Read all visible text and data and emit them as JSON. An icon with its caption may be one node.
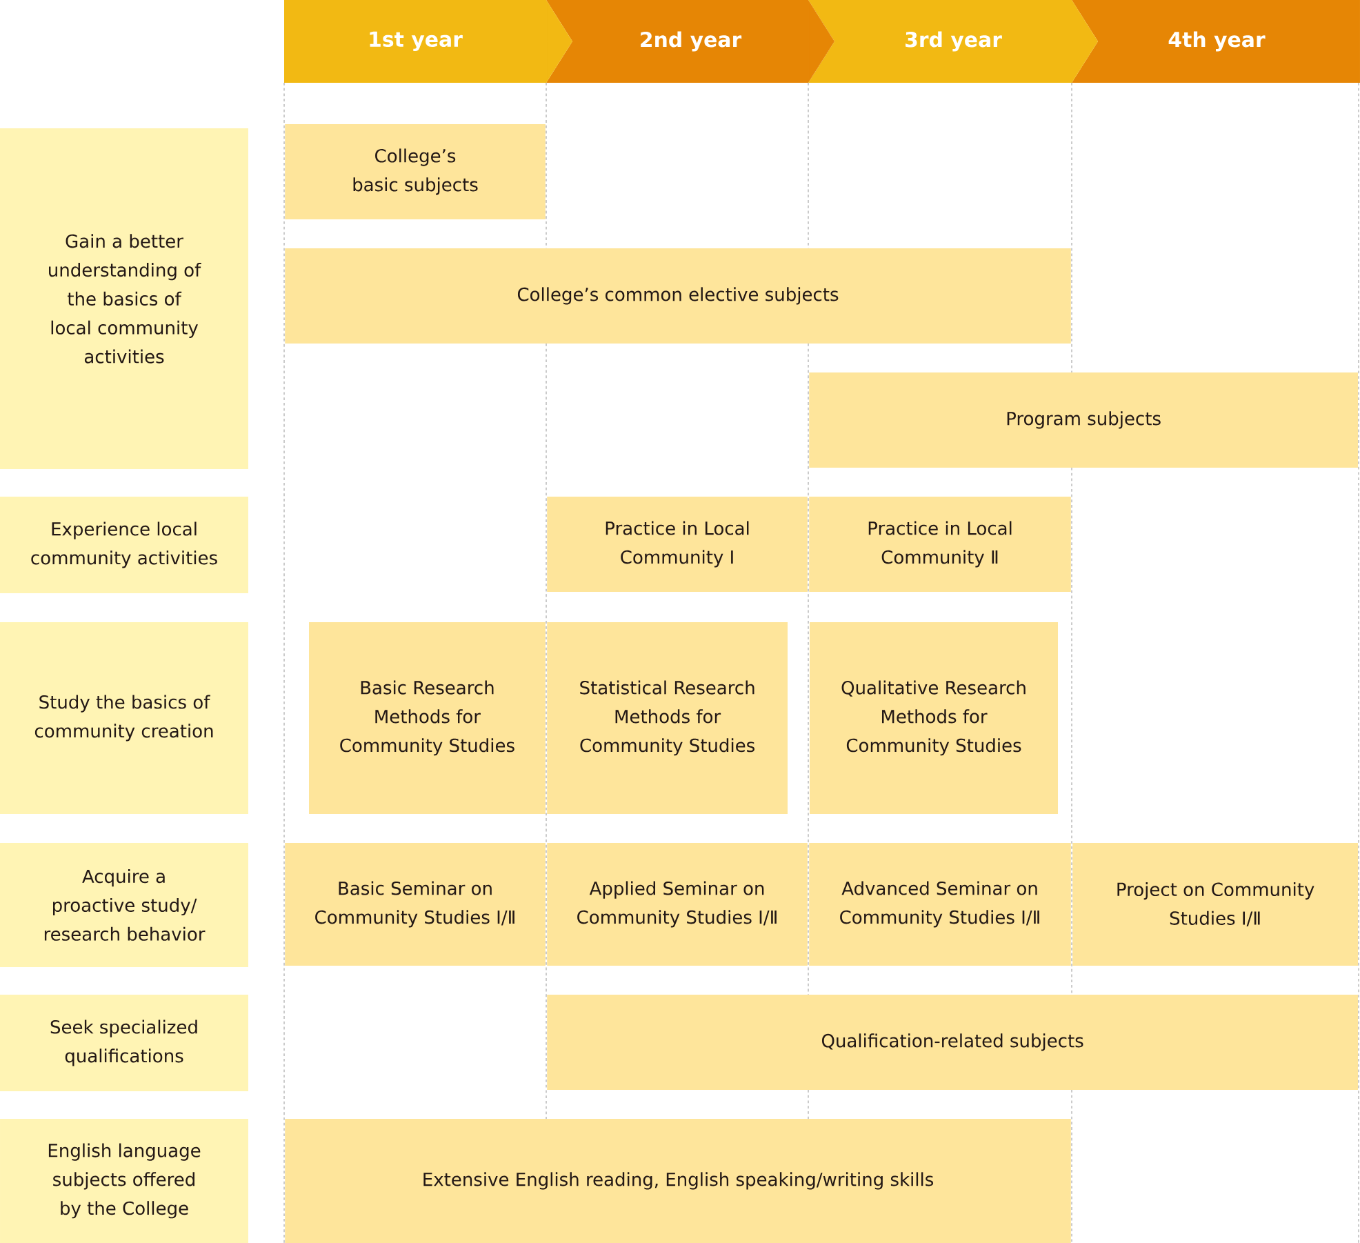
{
  "diagram": {
    "nodes": [
      {
        "text": [
          "1st year"
        ]
      },
      {
        "text": [
          "2nd year"
        ]
      },
      {
        "text": [
          "3rd year"
        ]
      },
      {
        "text": [
          "4th year"
        ]
      },
      {
        "text": [
          "Gain a better understanding of the basics of local community activities"
        ]
      },
      {
        "text": [
          "College’s basic subjects"
        ]
      },
      {
        "text": [
          "College’s common elective subjects"
        ]
      },
      {
        "text": [
          "Program subjects"
        ]
      },
      {
        "text": [
          "Experience local community activities"
        ]
      },
      {
        "text": [
          "Practice in Local Community Ⅰ"
        ]
      },
      {
        "text": [
          "Practice in Local Community Ⅱ"
        ]
      },
      {
        "text": [
          "Study the basics of community creation"
        ]
      },
      {
        "text": [
          "Basic Research Methods for Community Studies"
        ]
      },
      {
        "text": [
          "Statistical Research Methods for Community Studies"
        ]
      },
      {
        "text": [
          "Qualitative Research Methods for Community Studies"
        ]
      },
      {
        "text": [
          "Acquire a proactive study/ research behavior"
        ]
      },
      {
        "text": [
          "Basic Seminar on Community Studies Ⅰ/Ⅱ"
        ]
      },
      {
        "text": [
          "Applied Seminar on Community Studies Ⅰ/Ⅱ"
        ]
      },
      {
        "text": [
          "Advanced Seminar on Community Studies Ⅰ/Ⅱ"
        ]
      },
      {
        "text": [
          "Project on Community Studies Ⅰ/Ⅱ"
        ]
      },
      {
        "text": [
          "Seek specialized qualifications"
        ]
      },
      {
        "text": [
          "Qualification-related subjects"
        ]
      },
      {
        "text": [
          "English language subjects offered by the College"
        ]
      },
      {
        "text": [
          "Extensive English reading, English speaking/writing skills"
        ]
      }
    ],
    "edges": [
      {
        "from": 0,
        "to": 1,
        "arrow": "to"
      },
      {
        "from": 1,
        "to": 2,
        "arrow": "to",
        "color": "#e68605"
      },
      {
        "from": 2,
        "to": 3,
        "arrow": "to"
      }
    ]
  }
}
